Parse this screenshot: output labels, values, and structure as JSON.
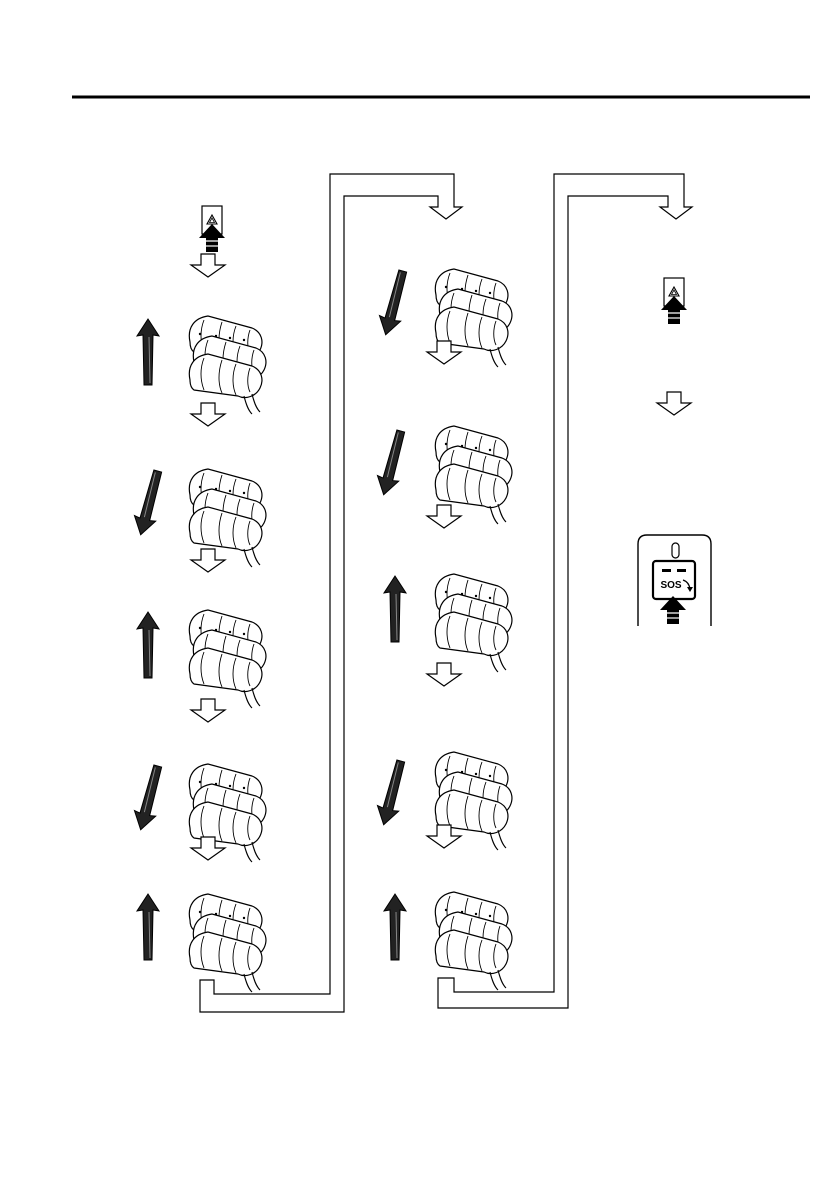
{
  "page": {
    "background": "#ffffff",
    "ink": "#000000"
  },
  "icons": {
    "hazard_button": "hazard-warning-button-icon",
    "lever_up": "turn-signal-lever-up-icon",
    "lever_down": "turn-signal-lever-down-icon",
    "flow_arrow": "hollow-down-arrow-icon",
    "push_arrow": "push-arrow-icon",
    "sos_panel": "sos-overhead-panel-icon"
  },
  "sos_panel": {
    "button_label": "SOS"
  },
  "sequence": {
    "column_1": [
      "hazard-press",
      "lever-up",
      "lever-down",
      "lever-up",
      "lever-down",
      "lever-up"
    ],
    "column_2": [
      "lever-down",
      "lever-down",
      "lever-up",
      "lever-down",
      "lever-up"
    ],
    "column_3": [
      "hazard-press",
      "sos-press"
    ]
  }
}
